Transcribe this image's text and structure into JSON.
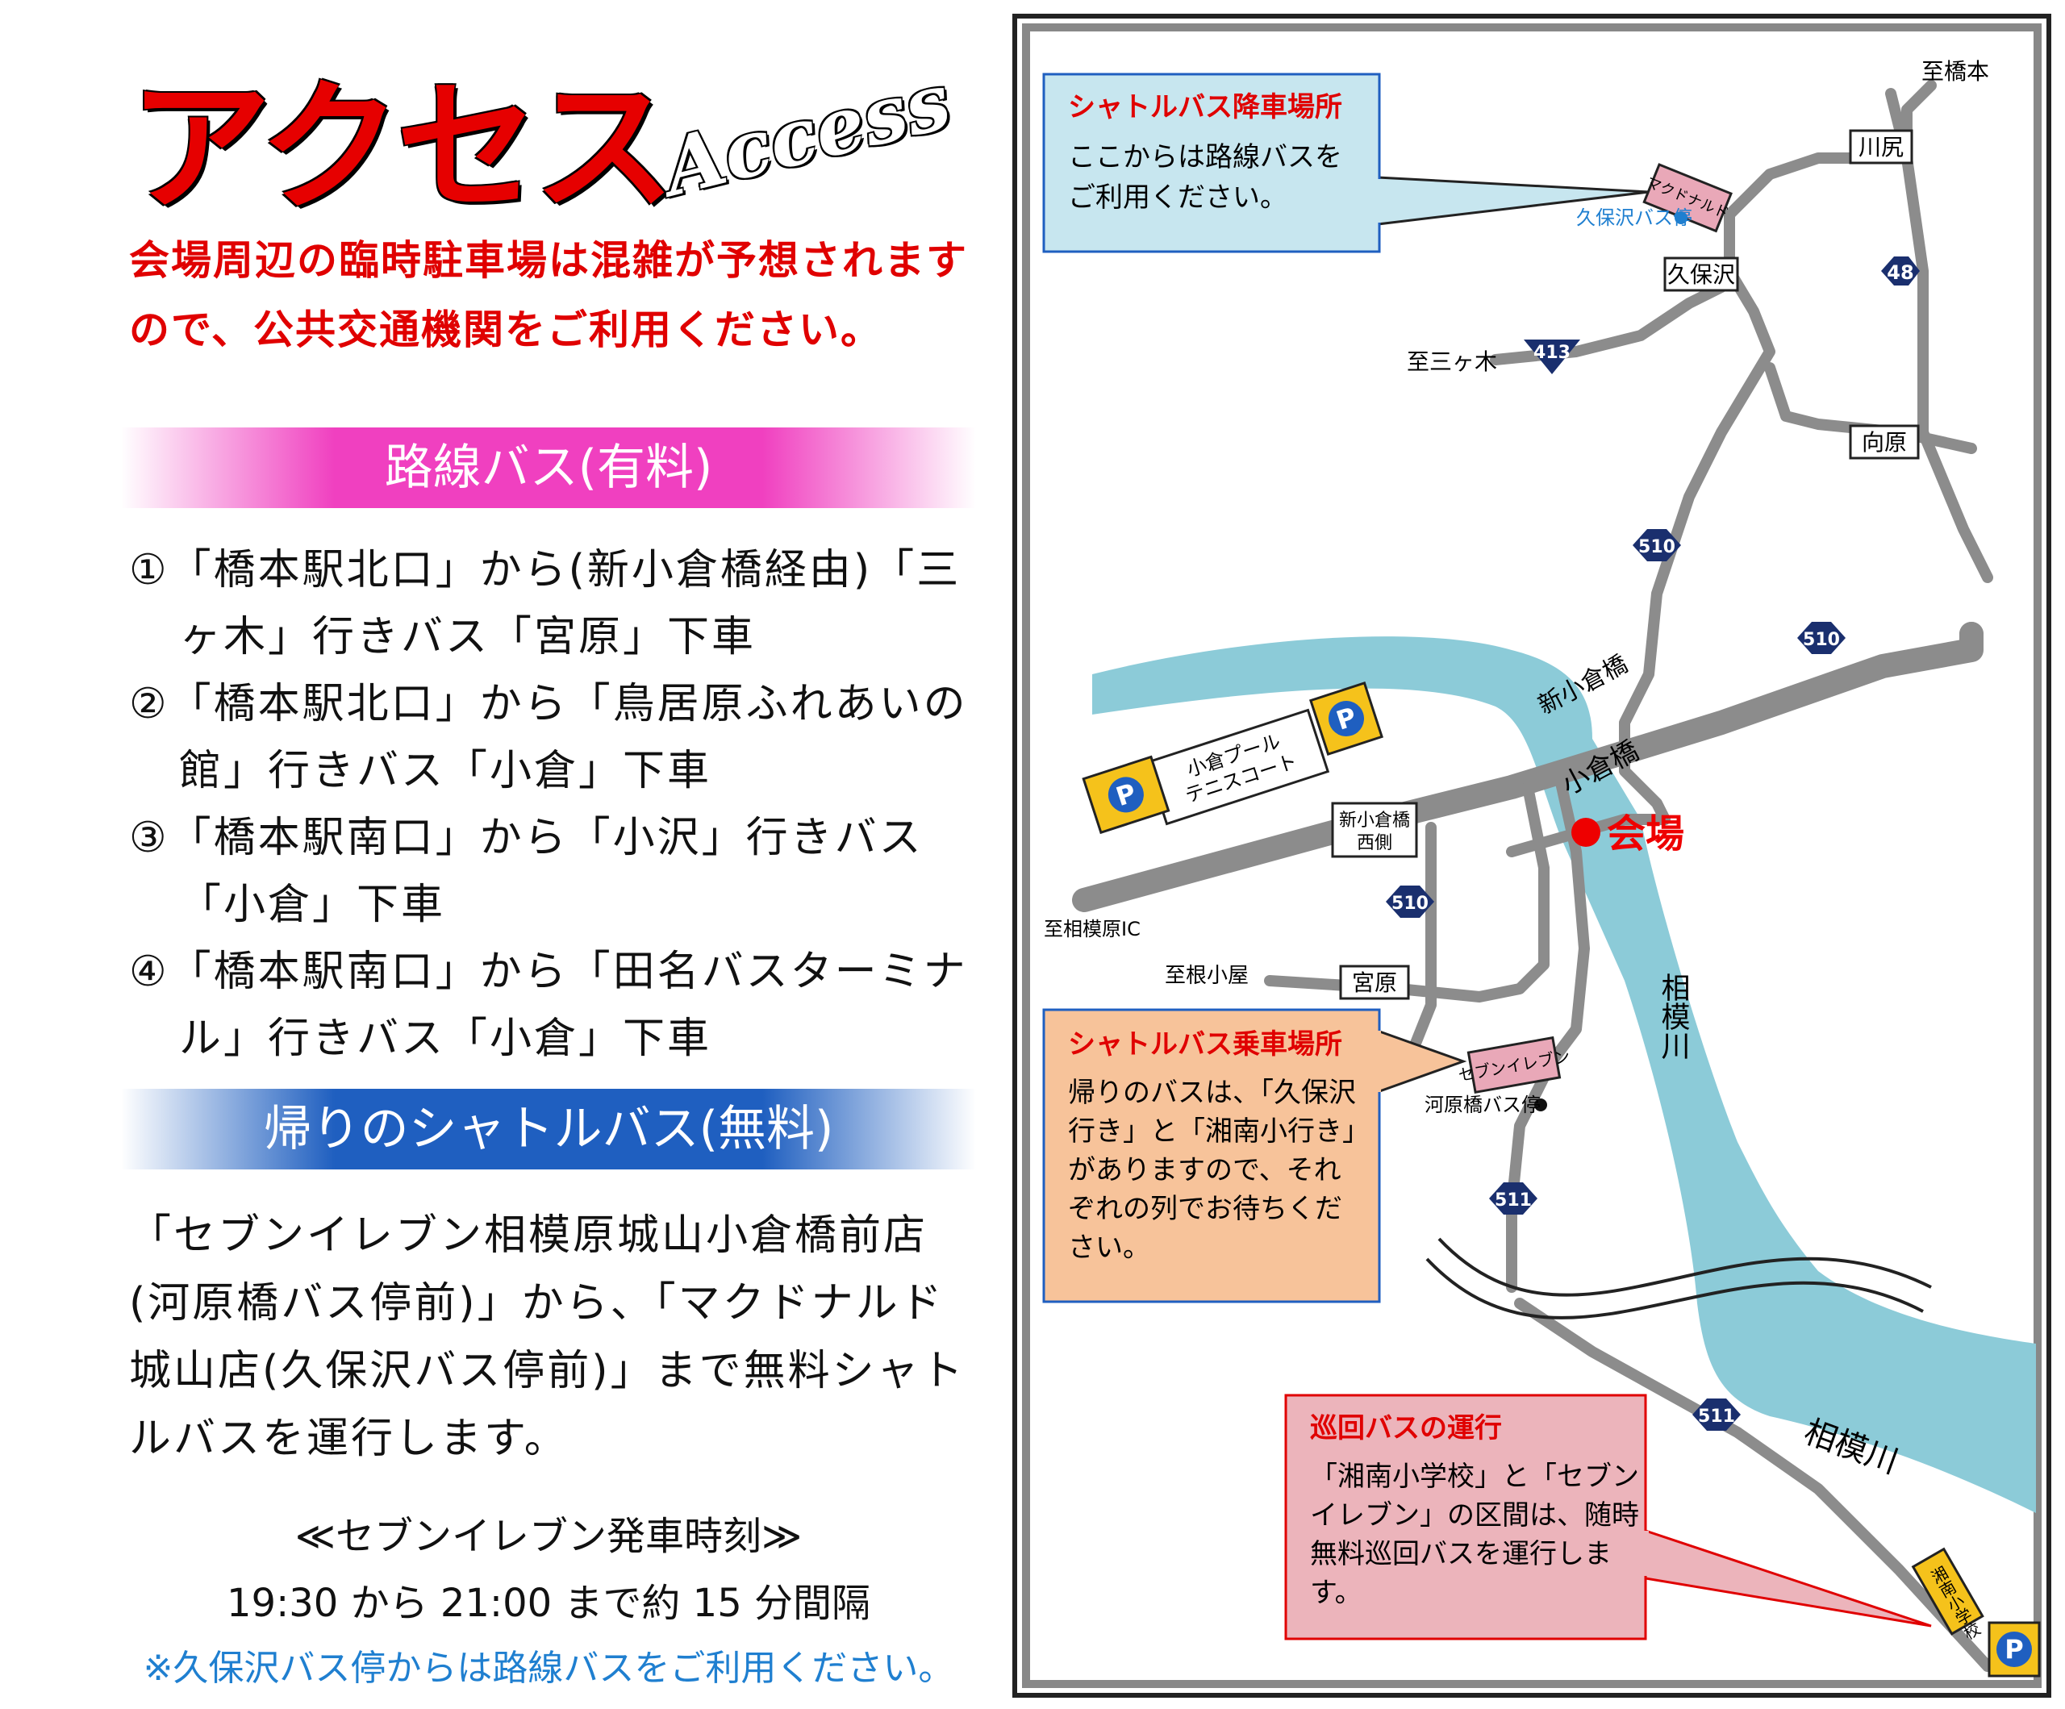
{
  "header": {
    "title": "アクセス",
    "title_en": "Access"
  },
  "intro": "会場周辺の臨時駐車場は混雑が予想されますので、公共交通機関をご利用ください。",
  "bus_section": {
    "heading": "路線バス(有料)",
    "routes": [
      "①「橋本駅北口」から(新小倉橋経由)「三ヶ木」行きバス「宮原」下車",
      "②「橋本駅北口」から「鳥居原ふれあいの館」行きバス「小倉」下車",
      "③「橋本駅南口」から「小沢」行きバス「小倉」下車",
      "④「橋本駅南口」から「田名バスターミナル」行きバス「小倉」下車"
    ]
  },
  "shuttle_section": {
    "heading": "帰りのシャトルバス(無料)",
    "text": "「セブンイレブン相模原城山小倉橋前店(河原橋バス停前)」から、「マクドナルド城山店(久保沢バス停前)」まで無料シャトルバスを運行します。",
    "schedule_title": "≪セブンイレブン発車時刻≫",
    "schedule_time": "19:30 から 21:00 まで約 15 分間隔",
    "schedule_note": "※久保沢バス停からは路線バスをご利用ください。"
  },
  "map": {
    "places": {
      "to_hashimoto": "至橋本",
      "kawajiri": "川尻",
      "kubosawa": "久保沢",
      "to_mikagi": "至三ヶ木",
      "mukaihara": "向原",
      "miyahara": "宮原",
      "to_sagamihara_ic": "至相模原IC",
      "to_negoya": "至根小屋",
      "shin_ogura_nishi_1": "新小倉橋",
      "shin_ogura_nishi_2": "西側",
      "shin_ogurabashi": "新小倉橋",
      "ogurabashi": "小倉橋",
      "venue": "会場",
      "sagami_river_v": "相模川",
      "sagami_river_h": "相模川",
      "pool_1": "小倉プール",
      "pool_2": "テニスコート",
      "mcdonalds": "マクドナルド",
      "kubosawa_stop": "久保沢バス停",
      "seven_eleven": "セブンイレブン",
      "kawarabashi_stop": "河原橋バス停",
      "shonan_school": "湘南小学校",
      "parking": "P"
    },
    "routes_numbers": {
      "r48": "48",
      "r413": "413",
      "r510a": "510",
      "r510b": "510",
      "r510c": "510",
      "r511a": "511",
      "r511b": "511"
    },
    "callouts": {
      "dropoff": {
        "title": "シャトルバス降車場所",
        "lines": [
          "ここからは路線バスを",
          "ご利用ください。"
        ]
      },
      "pickup": {
        "title": "シャトルバス乗車場所",
        "lines": [
          "帰りのバスは、「久保沢",
          "行き」と「湘南小行き」",
          "がありますので、それ",
          "ぞれの列でお待ちくだ",
          "さい。"
        ]
      },
      "loop": {
        "title": "巡回バスの運行",
        "lines": [
          "「湘南小学校」と「セブン",
          "イレブン」の区間は、随時",
          "無料巡回バスを運行しま",
          "す。"
        ]
      }
    },
    "colors": {
      "river": "#8ccbd8",
      "road": "#8c8c8c",
      "parking_bg": "#f5c21b",
      "parking_p": "#1f5fc0",
      "venue_dot": "#ee0000",
      "route_shield": "#1a2f6e"
    }
  }
}
